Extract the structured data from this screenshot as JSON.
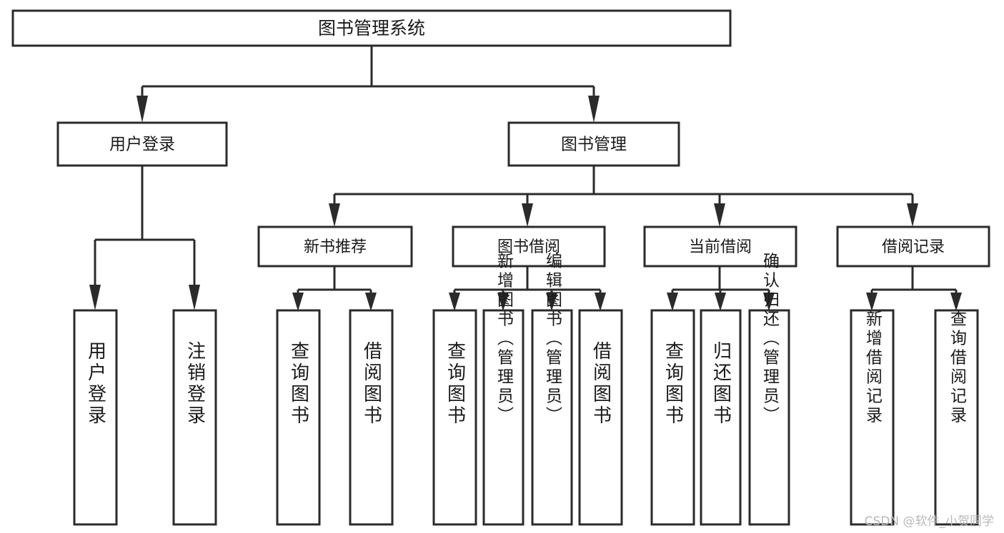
{
  "diagram": {
    "type": "tree-hierarchy-chart",
    "title": "图书管理系统",
    "background_color": "#ffffff",
    "stroke_color": "#2b2b2b",
    "text_color": "#1a1a1a",
    "root": {
      "label": "图书管理系统"
    },
    "level2": [
      {
        "label": "用户登录"
      },
      {
        "label": "图书管理"
      }
    ],
    "level3": [
      {
        "label": "新书推荐"
      },
      {
        "label": "图书借阅"
      },
      {
        "label": "当前借阅"
      },
      {
        "label": "借阅记录"
      }
    ],
    "leaves": {
      "user_login": [
        {
          "label": "用户登录"
        },
        {
          "label": "注销登录"
        }
      ],
      "new_book_recommend": [
        {
          "label": "查询图书"
        },
        {
          "label": "借阅图书"
        }
      ],
      "book_borrow": [
        {
          "label": "查询图书"
        },
        {
          "label": "新增图书（管理员）"
        },
        {
          "label": "编辑图书（管理员）"
        },
        {
          "label": "借阅图书"
        }
      ],
      "current_borrow": [
        {
          "label": "查询图书"
        },
        {
          "label": "归还图书"
        },
        {
          "label": "确认归还（管理员）"
        }
      ],
      "borrow_record": [
        {
          "label": "新增借阅记录"
        },
        {
          "label": "查询借阅记录"
        }
      ]
    }
  },
  "watermark": {
    "text": "CSDN @软件_小贺同学"
  }
}
